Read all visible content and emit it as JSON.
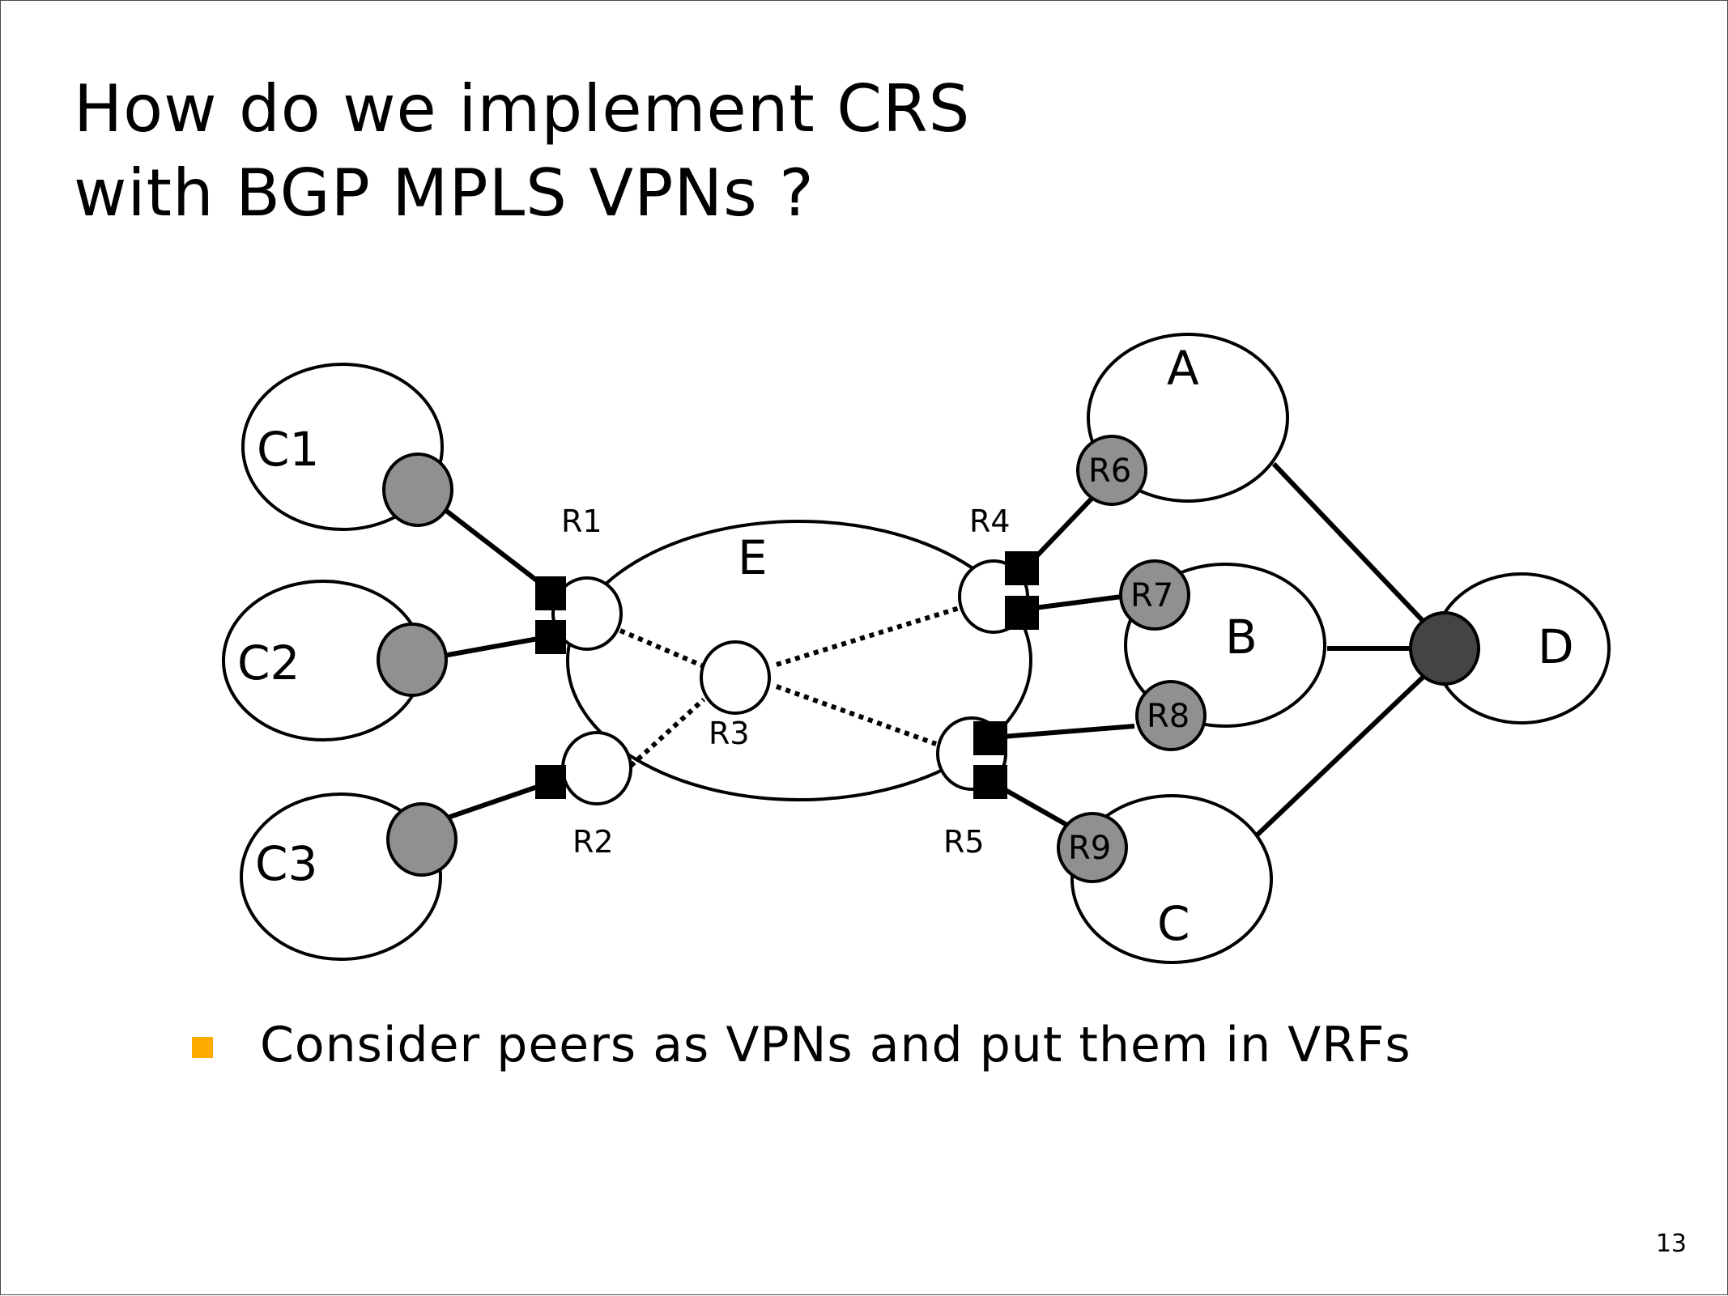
{
  "slide": {
    "title_lines": [
      "How do we implement CRS",
      "with BGP MPLS VPNs ?"
    ],
    "page_number": "13"
  },
  "diagram": {
    "domains": {
      "C1": "C1",
      "C2": "C2",
      "C3": "C3",
      "E": "E",
      "A": "A",
      "B": "B",
      "C": "C",
      "D": "D"
    },
    "routers": {
      "R1": "R1",
      "R2": "R2",
      "R3": "R3",
      "R4": "R4",
      "R5": "R5",
      "R6": "R6",
      "R7": "R7",
      "R8": "R8",
      "R9": "R9"
    },
    "colors": {
      "peer_router": "#909090",
      "d_router": "#444444",
      "vrf_marker": "#000000"
    },
    "links": {
      "solid": [
        "C1-R1",
        "C2-R1",
        "C3-R2",
        "R4-R6",
        "R4-R7",
        "R5-R8",
        "R5-R9",
        "A-D",
        "B-D",
        "C-D"
      ],
      "dotted": [
        "R1-R3",
        "R2-R3",
        "R3-R4",
        "R3-R5"
      ]
    }
  },
  "bullets": [
    {
      "text": "Consider peers as VPNs and put them in VRFs",
      "marker_color": "#ffaa00"
    }
  ]
}
